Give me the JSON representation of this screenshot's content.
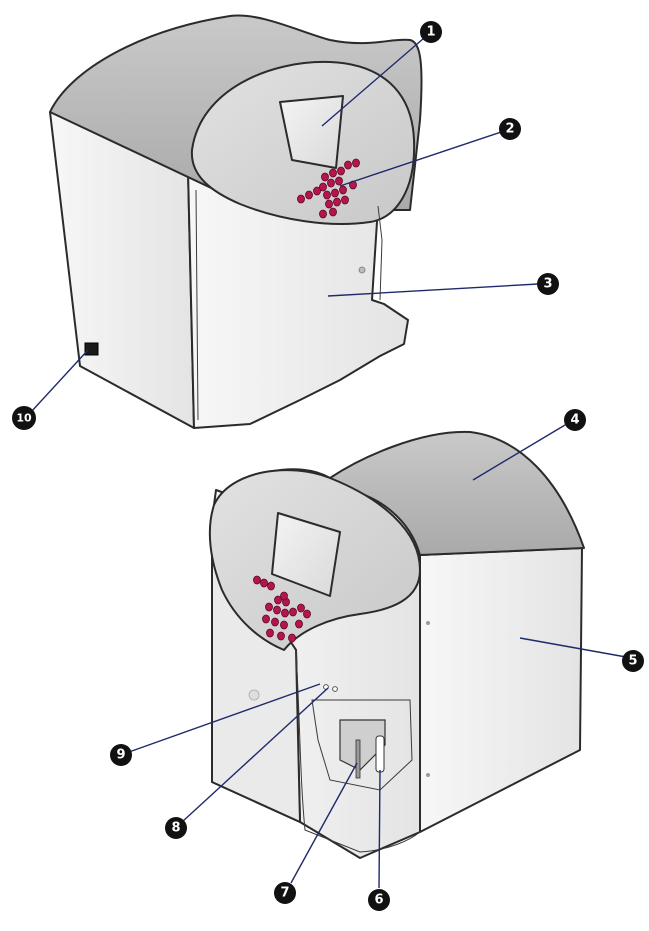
{
  "callouts": [
    {
      "id": "1",
      "label": "1"
    },
    {
      "id": "2",
      "label": "2"
    },
    {
      "id": "3",
      "label": "3"
    },
    {
      "id": "4",
      "label": "4"
    },
    {
      "id": "5",
      "label": "5"
    },
    {
      "id": "6",
      "label": "6"
    },
    {
      "id": "7",
      "label": "7"
    },
    {
      "id": "8",
      "label": "8"
    },
    {
      "id": "9",
      "label": "9"
    },
    {
      "id": "10",
      "label": "10"
    }
  ],
  "colors": {
    "lid": "#bdbdbd",
    "body": "#eeeeee",
    "front_panel": "#d6d6d6",
    "key_color": "#b5154f",
    "leader": "#1f2a6b",
    "badge": "#111111"
  }
}
